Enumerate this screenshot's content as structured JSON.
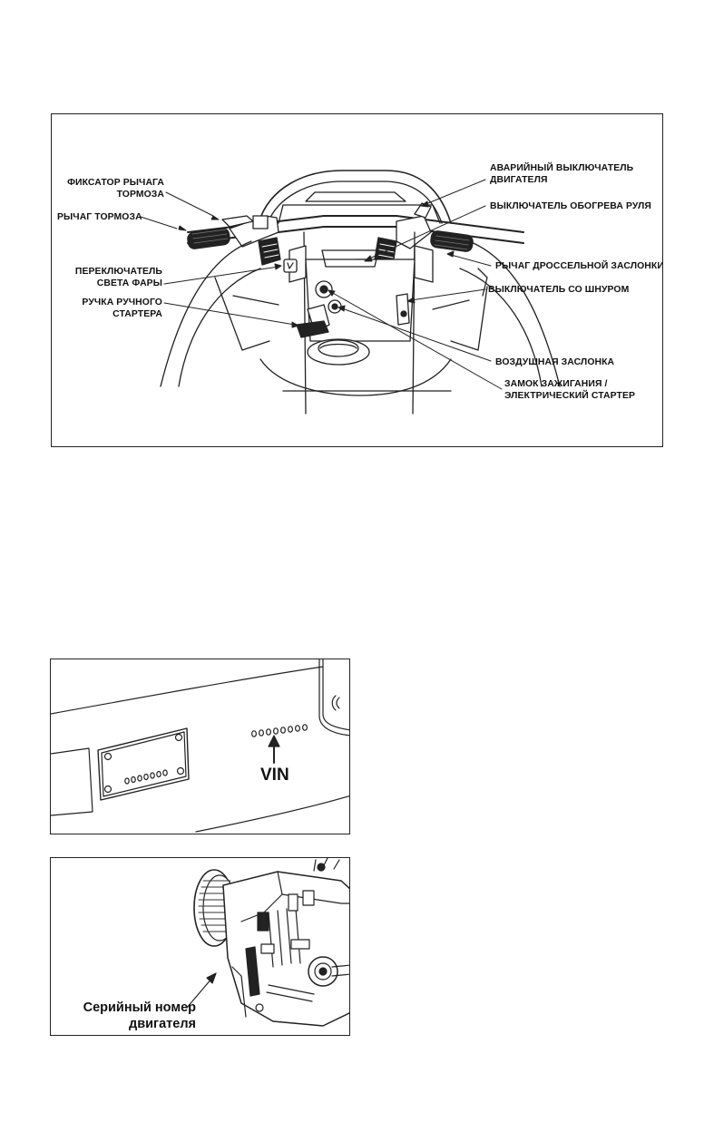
{
  "controls_figure": {
    "labels": {
      "brake_lock": "ФИКСАТОР РЫЧАГА\nТОРМОЗА",
      "brake_lever": "РЫЧАГ ТОРМОЗА",
      "headlight_switch": "ПЕРЕКЛЮЧАТЕЛЬ\nСВЕТА ФАРЫ",
      "manual_starter": "РУЧКА РУЧНОГО\nСТАРТЕРА",
      "emergency_stop": "АВАРИЙНЫЙ ВЫКЛЮЧАТЕЛЬ\nДВИГАТЕЛЯ",
      "grip_heater": "ВЫКЛЮЧАТЕЛЬ ОБОГРЕВА РУЛЯ",
      "throttle": "РЫЧАГ ДРОССЕЛЬНОЙ ЗАСЛОНКИ",
      "tether_switch": "ВЫКЛЮЧАТЕЛЬ СО ШНУРОМ",
      "choke": "ВОЗДУШНАЯ ЗАСЛОНКА",
      "ignition": "ЗАМОК ЗАЖИГАНИЯ /\nЭЛЕКТРИЧЕСКИЙ СТАРТЕР"
    }
  },
  "vin_figure": {
    "label": "VIN"
  },
  "engine_figure": {
    "label": "Серийный номер\nдвигателя"
  }
}
